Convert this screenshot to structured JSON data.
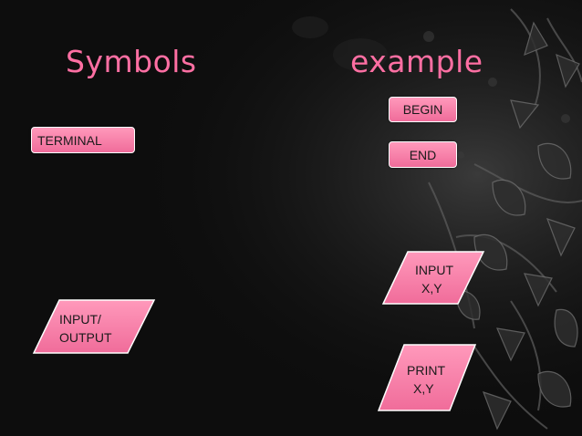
{
  "theme": {
    "accent": "#f06c9a",
    "background": "#0d0d0d",
    "heading_color": "#ff6fa3"
  },
  "headings": {
    "symbols": "Symbols",
    "example": "example"
  },
  "symbols": {
    "terminal": "TERMINAL",
    "io_line1": "INPUT/",
    "io_line2": "OUTPUT"
  },
  "example": {
    "begin": "BEGIN",
    "end": "END",
    "input_line1": "INPUT",
    "input_line2": "X,Y",
    "print_line1": "PRINT",
    "print_line2": "X,Y"
  }
}
